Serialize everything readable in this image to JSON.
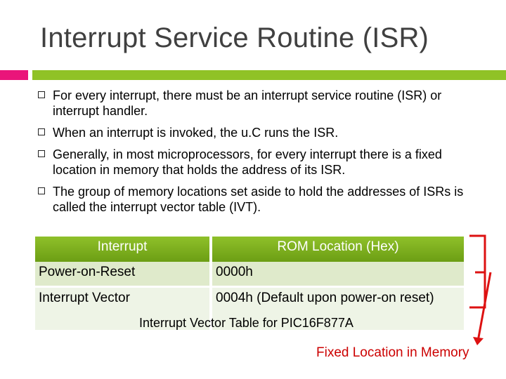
{
  "slide": {
    "title": "Interrupt Service Routine (ISR)",
    "bullets": [
      "For every interrupt, there must be an interrupt service routine (ISR) or interrupt handler.",
      "When an interrupt is invoked, the u.C runs the ISR.",
      "Generally, in most microprocessors, for every interrupt there is a fixed location in memory that holds the address of its ISR.",
      "The group of memory locations set aside to hold the addresses of ISRs is called the interrupt vector table (IVT)."
    ]
  },
  "table": {
    "headers": [
      "Interrupt",
      "ROM Location (Hex)"
    ],
    "rows": [
      [
        "Power-on-Reset",
        "0000h"
      ],
      [
        "Interrupt Vector",
        "0004h (Default upon power-on reset)"
      ]
    ],
    "caption": "Interrupt Vector Table for PIC16F877A"
  },
  "annotation": {
    "label": "Fixed Location in Memory",
    "color": "#cc0000"
  },
  "colors": {
    "accent_pink": "#ea157a",
    "accent_green": "#90c226",
    "header_green": "#7aae1c"
  }
}
